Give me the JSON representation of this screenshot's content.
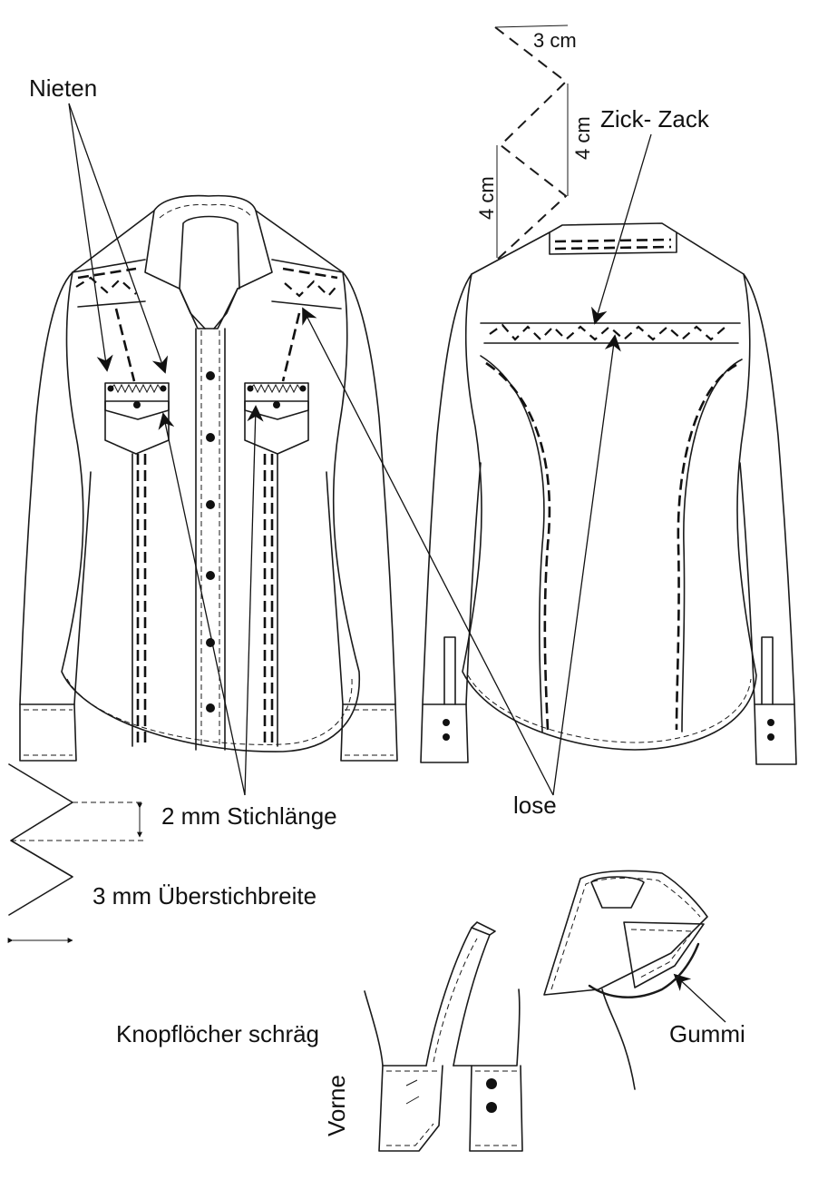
{
  "labels": {
    "nieten": "Nieten",
    "zickzack": "Zick- Zack",
    "cm3": "3 cm",
    "cm4_right": "4 cm",
    "cm4_left": "4 cm",
    "lose": "lose",
    "stichlaenge": "2 mm Stichlänge",
    "ueberstichbreite": "3 mm Überstichbreite",
    "knopfloecher": "Knopflöcher schräg",
    "vorne": "Vorne",
    "gummi": "Gummi"
  },
  "colors": {
    "ink": "#111111",
    "paper": "#ffffff"
  }
}
